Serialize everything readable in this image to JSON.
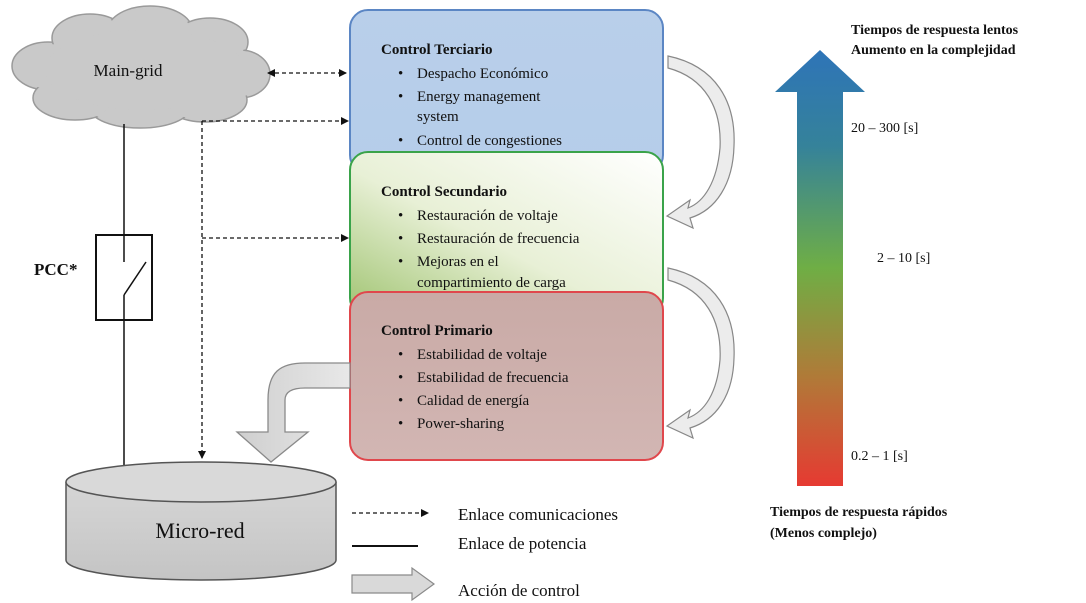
{
  "main_grid": {
    "label": "Main-grid"
  },
  "pcc": {
    "label": "PCC*"
  },
  "microgrid": {
    "label": "Micro-red"
  },
  "control_levels": {
    "tertiary": {
      "title": "Control Terciario",
      "items": [
        "Despacho Económico",
        "Energy management",
        "system",
        "Control de congestiones"
      ]
    },
    "secondary": {
      "title": "Control Secundario",
      "items": [
        "Restauración de voltaje",
        "Restauración de frecuencia",
        "Mejoras en el",
        "compartimiento de carga"
      ]
    },
    "primary": {
      "title": "Control Primario",
      "items": [
        "Estabilidad de voltaje",
        "Estabilidad de frecuencia",
        "Calidad de energía",
        "Power-sharing"
      ]
    }
  },
  "legend": {
    "communications": "Enlace comunicaciones",
    "power": "Enlace de potencia",
    "control_action": "Acción de control"
  },
  "response_scale": {
    "top_line1": "Tiempos de respuesta lentos",
    "top_line2": "Aumento en la complejidad",
    "bottom_line1": "Tiempos de respuesta rápidos",
    "bottom_line2": "(Menos complejo)",
    "ticks": [
      "20 – 300 [s]",
      "2 – 10 [s]",
      "0.2 – 1 [s]"
    ]
  },
  "colors": {
    "tertiary_border": "#5b86c4",
    "secondary_border": "#3aa34a",
    "primary_border": "#e0474c",
    "arrow_top": "#2e74b8",
    "arrow_mid": "#6fae45",
    "arrow_bottom": "#e63a32",
    "cloud_fill": "#c9c9c9"
  }
}
